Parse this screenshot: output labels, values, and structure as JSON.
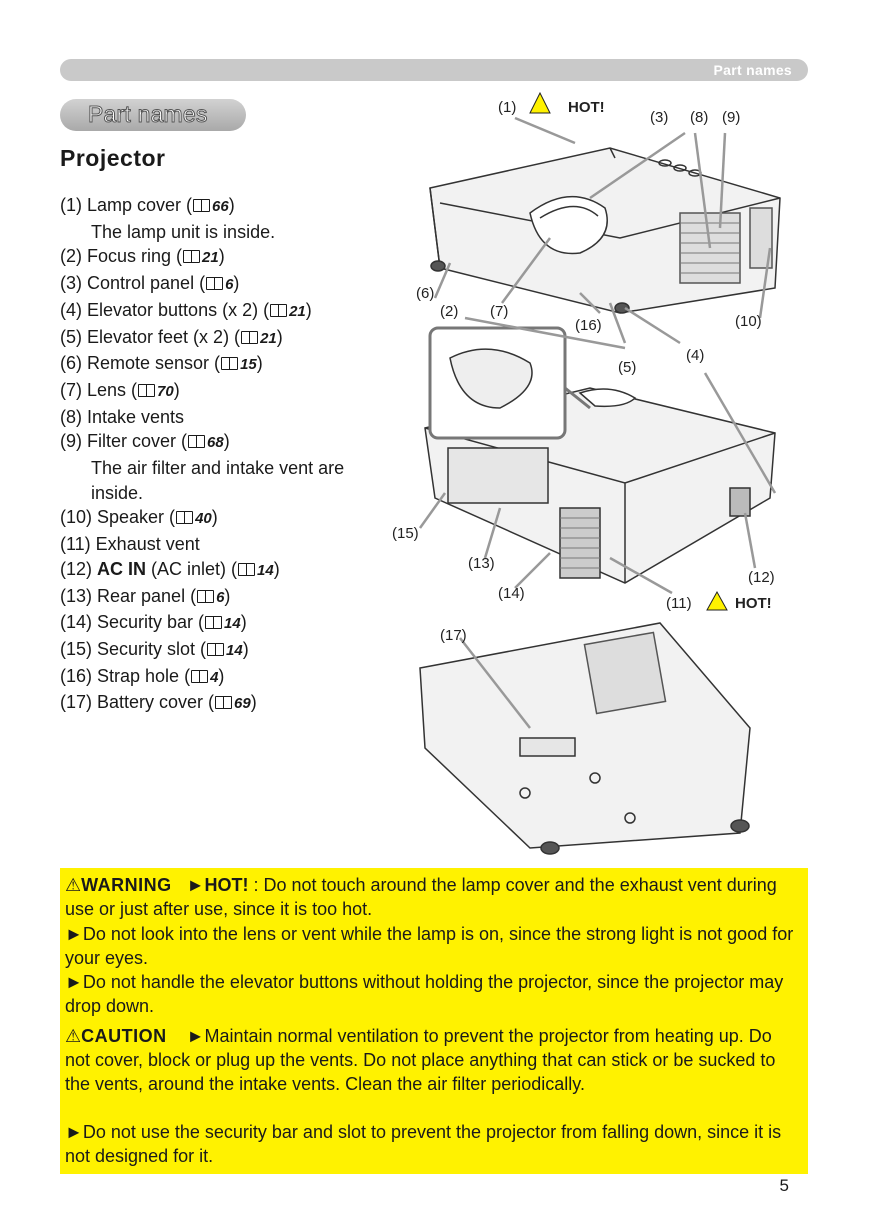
{
  "header": {
    "tab_label": "Part names"
  },
  "section": {
    "pill_label": "Part names",
    "heading": "Projector"
  },
  "parts": [
    {
      "prefix": "(1) Lamp cover (",
      "ref": "66",
      "suffix": ")"
    },
    {
      "sub": "The lamp unit is inside."
    },
    {
      "prefix": "(2) Focus ring (",
      "ref": "21",
      "suffix": ")"
    },
    {
      "prefix": "(3) Control panel (",
      "ref": "6",
      "suffix": ")"
    },
    {
      "prefix": "(4) Elevator buttons (x 2) (",
      "ref": "21",
      "suffix": ")"
    },
    {
      "prefix": "(5) Elevator feet (x 2) (",
      "ref": "21",
      "suffix": ")"
    },
    {
      "prefix": "(6) Remote sensor (",
      "ref": "15",
      "suffix": ")"
    },
    {
      "prefix": "(7) Lens (",
      "ref": "70",
      "suffix": ")"
    },
    {
      "prefix": "(8) Intake vents",
      "ref": "",
      "suffix": ""
    },
    {
      "prefix": "(9) Filter cover (",
      "ref": "68",
      "suffix": ")"
    },
    {
      "sub": "The air filter and intake vent are inside."
    },
    {
      "prefix": "(10) Speaker (",
      "ref": "40",
      "suffix": ")"
    },
    {
      "prefix": "(11) Exhaust vent",
      "ref": "",
      "suffix": ""
    },
    {
      "prefix": "(12) ",
      "bold": "AC IN",
      "prefix2": " (AC inlet) (",
      "ref": "14",
      "suffix": ")"
    },
    {
      "prefix": "(13) Rear panel (",
      "ref": "6",
      "suffix": ")"
    },
    {
      "prefix": "(14) Security bar (",
      "ref": "14",
      "suffix": ")"
    },
    {
      "prefix": "(15) Security slot (",
      "ref": "14",
      "suffix": ")"
    },
    {
      "prefix": "(16) Strap hole (",
      "ref": "4",
      "suffix": ")"
    },
    {
      "prefix": "(17) Battery cover (",
      "ref": "69",
      "suffix": ")"
    }
  ],
  "callouts": {
    "c1": "(1)",
    "c2": "(2)",
    "c3": "(3)",
    "c4": "(4)",
    "c5": "(5)",
    "c6": "(6)",
    "c7": "(7)",
    "c8": "(8)",
    "c9": "(9)",
    "c10": "(10)",
    "c11": "(11)",
    "c12": "(12)",
    "c13": "(13)",
    "c14": "(14)",
    "c15": "(15)",
    "c16": "(16)",
    "c17": "(17)",
    "hot": "HOT!"
  },
  "warning": {
    "tag": "WARNING",
    "lead": "►HOT!",
    "p1_rest": " : Do not touch around the lamp cover and the exhaust vent during use or just after use, since it is too hot.",
    "p2": "►Do not look into the lens or vent while the lamp is on, since the strong light is not good for your eyes.",
    "p3": "►Do not handle the elevator buttons without holding the projector, since the projector may drop down."
  },
  "caution": {
    "tag": "CAUTION",
    "p1_rest": "►Maintain normal ventilation to prevent the projector from heating up. Do not cover, block or plug up the vents. Do not place anything that can stick or be sucked to the vents, around the intake vents. Clean the air filter periodically.",
    "p2": "►Do not use the security bar and slot to prevent the projector from falling down, since it is not designed for it."
  },
  "page_number": "5",
  "colors": {
    "warning_bg": "#fff200",
    "header_bar": "#c9c9c9"
  }
}
